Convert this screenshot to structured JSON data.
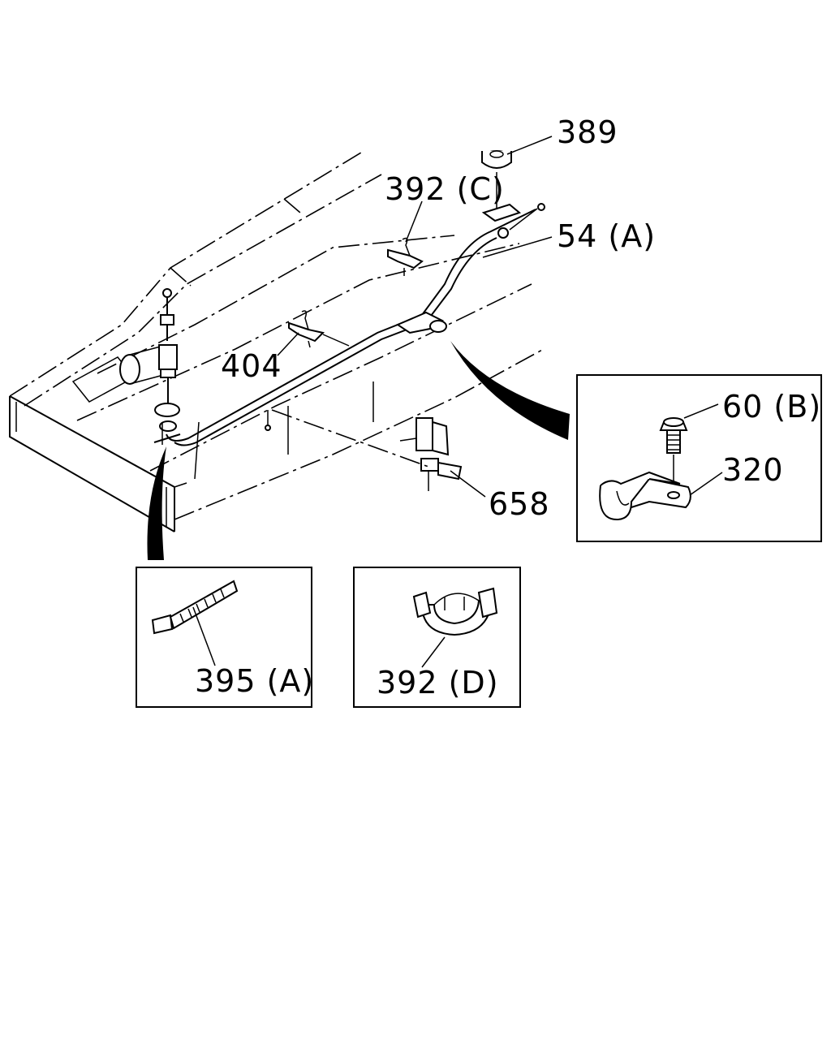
{
  "labels": {
    "nut": "389",
    "clip_c": "392 (C)",
    "cable": "54 (A)",
    "clip": "404",
    "bolt": "60 (B)",
    "bracket": "320",
    "clip_658": "658",
    "tie": "395 (A)",
    "clip_d": "392 (D)"
  }
}
